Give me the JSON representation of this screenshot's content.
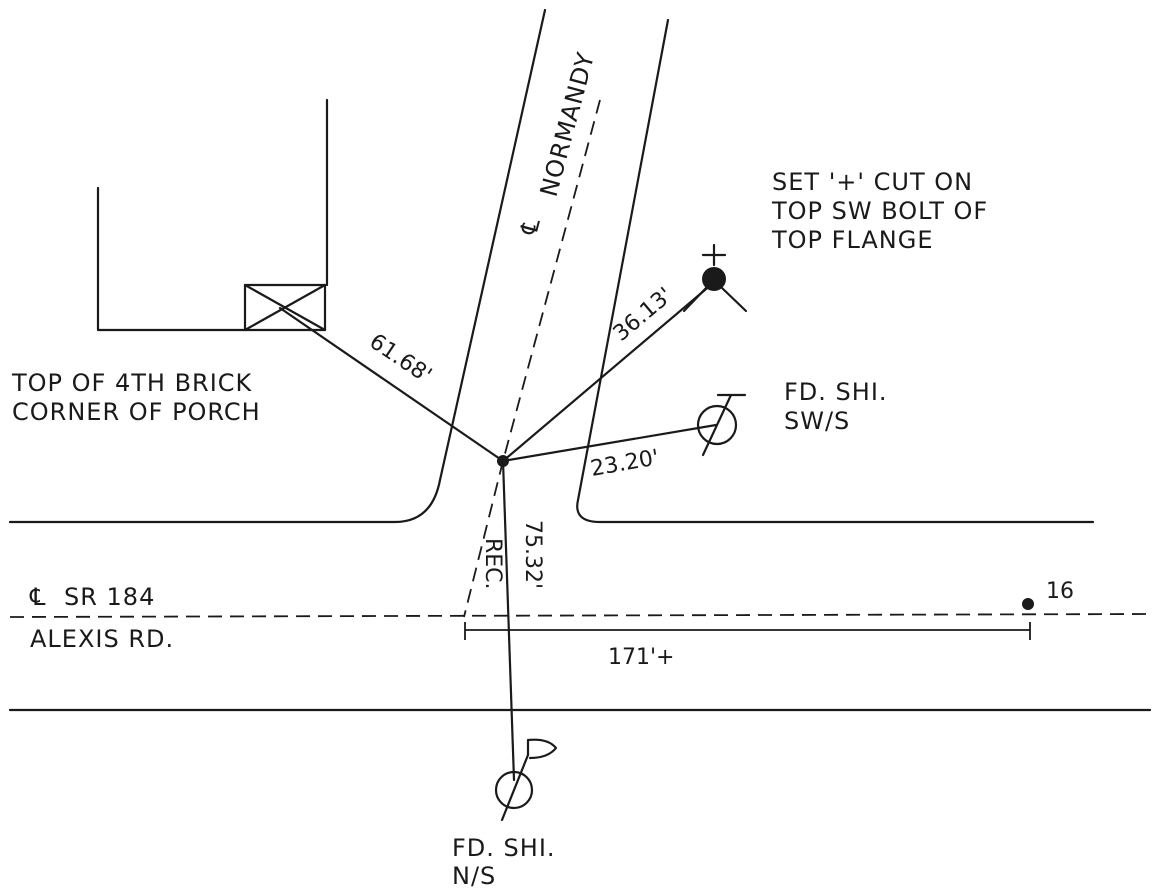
{
  "labels": {
    "road_north": "NORMANDY",
    "centerline_symbol": "℄",
    "road_main_line1": "SR 184",
    "road_main_line2": "ALEXIS RD.",
    "porch_line1": "TOP OF 4TH BRICK",
    "porch_line2": "CORNER OF PORCH",
    "bolt_line1": "SET '+' CUT ON",
    "bolt_line2": "TOP SW BOLT OF",
    "bolt_line3": "TOP FLANGE",
    "shi_sw_line1": "FD. SHI.",
    "shi_sw_line2": "SW/S",
    "shi_n_line1": "FD. SHI.",
    "shi_n_line2": "N/S",
    "rec": "REC.",
    "point_number": "16"
  },
  "dimensions": {
    "porch": "61.68'",
    "bolt": "36.13'",
    "shi_sw": "23.20'",
    "shi_n": "75.32'",
    "along_road": "171'+"
  }
}
